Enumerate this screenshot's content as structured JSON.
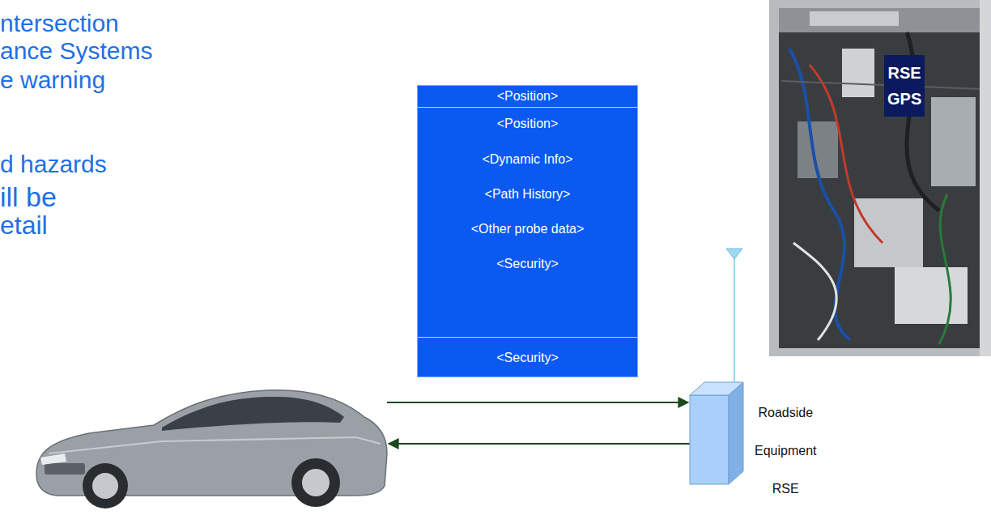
{
  "diagram": {
    "nodes": [
      {
        "text": [
          "<Position>",
          "<Position>",
          "<Dynamic Info>",
          "<Path History>",
          "<Other probe data>",
          "<Security>",
          "<Security>"
        ]
      },
      {
        "text": [
          "RSE GPS"
        ]
      },
      {
        "text": [
          "Roadside Equipment RSE"
        ]
      }
    ],
    "labels": [
      "ntersection",
      "ance Systems",
      "e warning",
      "d hazards",
      "ill be",
      "etail"
    ]
  }
}
